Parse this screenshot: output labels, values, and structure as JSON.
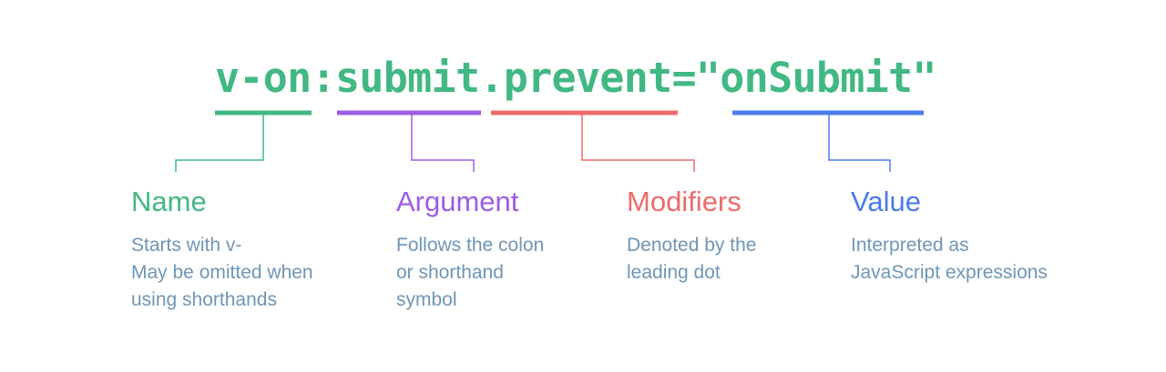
{
  "colors": {
    "green": "#42b883",
    "purple": "#9b5de5",
    "red": "#ef6a6a",
    "blue": "#4b7bec",
    "description": "#6f96b5"
  },
  "code": {
    "directive": "v-on",
    "colon": ":",
    "argument": "submit",
    "modifier": ".prevent",
    "equals_quote": "=\"",
    "value": "onSubmit",
    "close_quote": "\""
  },
  "parts": [
    {
      "title": "Name",
      "lines": [
        "Starts with v-",
        "May be omitted when",
        "using shorthands"
      ]
    },
    {
      "title": "Argument",
      "lines": [
        "Follows the colon",
        "or shorthand",
        "symbol"
      ]
    },
    {
      "title": "Modifiers",
      "lines": [
        "Denoted by the",
        "leading dot"
      ]
    },
    {
      "title": "Value",
      "lines": [
        "Interpreted as",
        "JavaScript expressions"
      ]
    }
  ]
}
